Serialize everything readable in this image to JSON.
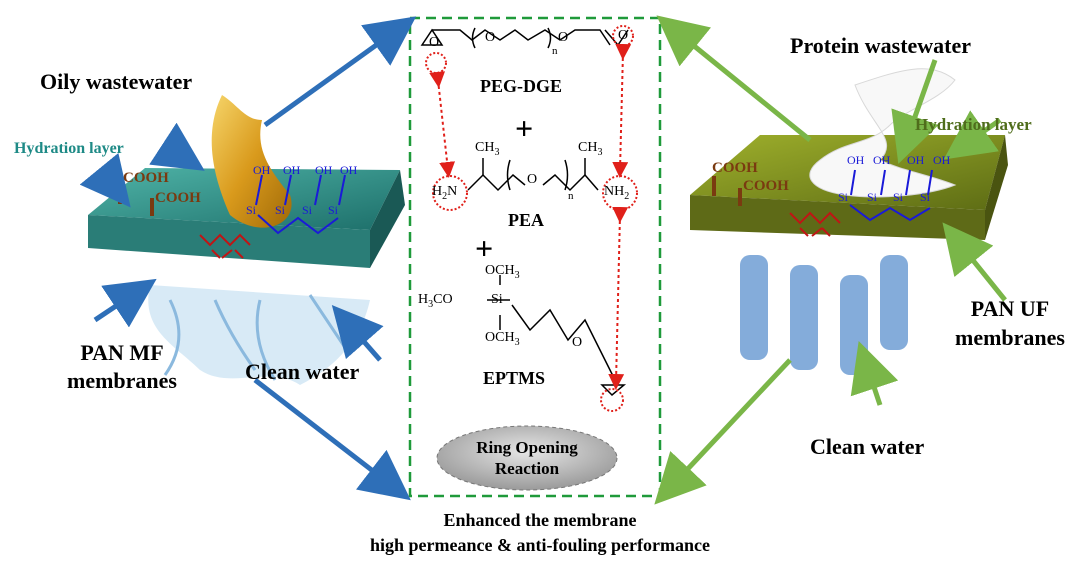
{
  "left": {
    "title": "Oily wastewater",
    "hydration": "Hydration layer",
    "cooh1": "COOH",
    "cooh2": "COOH",
    "oh": [
      "OH",
      "OH",
      "OH",
      "OH"
    ],
    "si": [
      "Si",
      "Si",
      "Si",
      "Si"
    ],
    "membrane_line1": "PAN MF",
    "membrane_line2": "membranes",
    "clean_water": "Clean water"
  },
  "right": {
    "title": "Protein wastewater",
    "hydration": "Hydration layer",
    "cooh1": "COOH",
    "cooh2": "COOH",
    "oh": [
      "OH",
      "OH",
      "OH",
      "OH"
    ],
    "si": [
      "Si",
      "Si",
      "Si",
      "Si"
    ],
    "membrane_line1": "PAN UF",
    "membrane_line2": "membranes",
    "clean_water": "Clean water"
  },
  "center": {
    "peg_label": "PEG-DGE",
    "plus1": "+",
    "pea_label": "PEA",
    "plus2": "+",
    "eptms_label": "EPTMS",
    "ch3_a": "CH",
    "ch3_b": "CH",
    "h2n": "H",
    "nh2": "NH",
    "och3_top": "OCH",
    "h3co": "H",
    "och3_bot": "OCH",
    "si": "Si",
    "o_atoms": [
      "O",
      "O",
      "O",
      "O",
      "O",
      "O"
    ],
    "sub_n": "n",
    "sub_2": "2",
    "sub_3": "3",
    "reaction_line1": "Ring Opening",
    "reaction_line2": "Reaction"
  },
  "bottom": {
    "line1": "Enhanced the membrane",
    "line2": "high permeance & anti-fouling performance"
  },
  "colors": {
    "blue_arrow": "#2e6fb8",
    "green_arrow": "#7ab648",
    "dashed_box": "#1f9a3a",
    "red_dotted": "#e0201a",
    "teal_membrane": "#2f8f86",
    "olive_membrane": "#7e8f20"
  }
}
